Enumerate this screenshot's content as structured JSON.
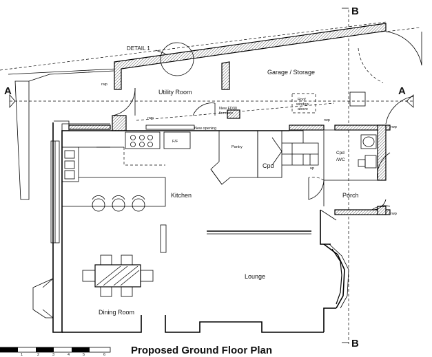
{
  "title": "Proposed Ground Floor Plan",
  "section_markers": {
    "a_left": "A",
    "a_right": "A",
    "b_top": "B",
    "b_bottom": "B"
  },
  "detail_callout": "DETAIL 1",
  "rooms": {
    "garage": "Garage / Storage",
    "utility": "Utility Room",
    "kitchen": "Kitchen",
    "pantry": "Pantry",
    "cpd": "Cpd",
    "cpd_wc_1": "Cpd",
    "cpd_wc_2": "/WC",
    "porch": "Porch",
    "lounge": "Lounge",
    "dining": "Dining Room"
  },
  "annotations": {
    "new_fd30_1": "New FD30",
    "new_fd30_2": "fire door",
    "new_opening": "New opening",
    "roof_window_1": "Roof",
    "roof_window_2": "window",
    "roof_window_3": "above",
    "rwp_1": "rwp",
    "rwp_2": "rwp",
    "rwp_3": "rwp",
    "rwp_4": "rwp",
    "rwp_5": "rwp",
    "ff": "F/F",
    "up": "up"
  },
  "scale_bar": {
    "labels": [
      "1",
      "2",
      "3",
      "4",
      "5",
      "6"
    ]
  }
}
